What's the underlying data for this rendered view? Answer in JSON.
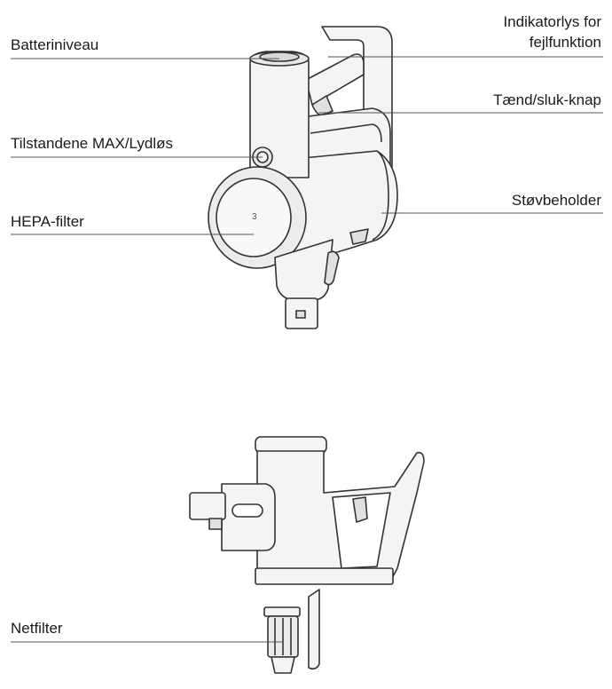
{
  "labels": {
    "battery": "Batteriniveau",
    "error_indicator_line1": "Indikatorlys for",
    "error_indicator_line2": "fejlfunktion",
    "power_button": "Tænd/sluk-knap",
    "modes": "Tilstandene MAX/Lydløs",
    "dust_container": "Støvbeholder",
    "hepa": "HEPA-filter",
    "net_filter": "Netfilter"
  },
  "colors": {
    "line": "#555555",
    "outline": "#333333",
    "fill": "#f4f4f4",
    "shade": "#d9d9d9",
    "text": "#1a1a1a"
  }
}
